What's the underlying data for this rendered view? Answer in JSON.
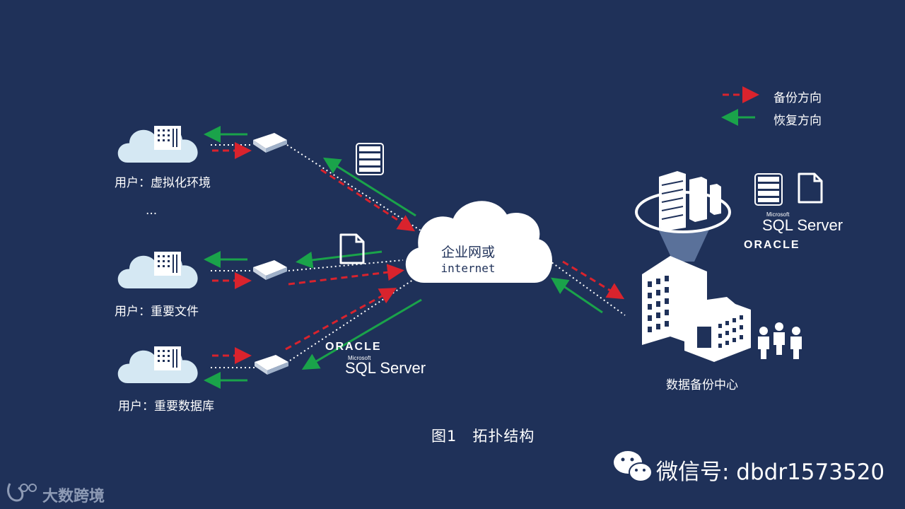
{
  "legend": {
    "backup_label": "备份方向",
    "restore_label": "恢复方向",
    "backup_color": "#d9232d",
    "restore_color": "#1aa34a"
  },
  "clients": [
    {
      "label": "用户：虚拟化环境"
    },
    {
      "label": "用户：重要文件"
    },
    {
      "label": "用户：重要数据库"
    }
  ],
  "ellipsis": "...",
  "cloud": {
    "line1": "企业网或",
    "line2": "internet"
  },
  "datacenter": {
    "label": "数据备份中心"
  },
  "logos": {
    "oracle": "ORACLE",
    "sql_ms": "Microsoft",
    "sql_main": "SQL Server"
  },
  "caption": "图1　拓扑结构",
  "wechat": "微信号: dbdr1573520",
  "brand": "大数跨境"
}
